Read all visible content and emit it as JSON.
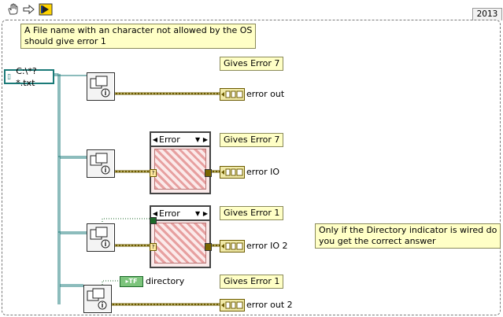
{
  "toolbar": {
    "hand_icon": "hand-icon",
    "arrow_icon": "arrow-right-icon",
    "run_icon": "run-vi-icon"
  },
  "version_tab": "2013",
  "path_constant": {
    "value": "C:\\*?*.txt"
  },
  "top_comment": {
    "line1": "A File name with an character not allowed by the OS",
    "line2": "should give error 1"
  },
  "side_comment": {
    "line1": "Only if the Directory indicator is wired do",
    "line2": "you get the correct answer"
  },
  "rows": [
    {
      "annotation": "Gives Error 7",
      "indicator": "error out"
    },
    {
      "annotation": "Gives Error 7",
      "indicator": "error IO",
      "case_label": "Error"
    },
    {
      "annotation": "Gives Error 1",
      "indicator": "error IO 2",
      "case_label": "Error"
    },
    {
      "annotation": "Gives Error 1",
      "indicator": "error out 2",
      "bool_indicator": "directory"
    }
  ],
  "colors": {
    "path_wire": "#1a7a78",
    "error_wire": "#6b5a00",
    "comment_bg": "#ffffc6",
    "case_stripe": "#e7a0a0"
  }
}
